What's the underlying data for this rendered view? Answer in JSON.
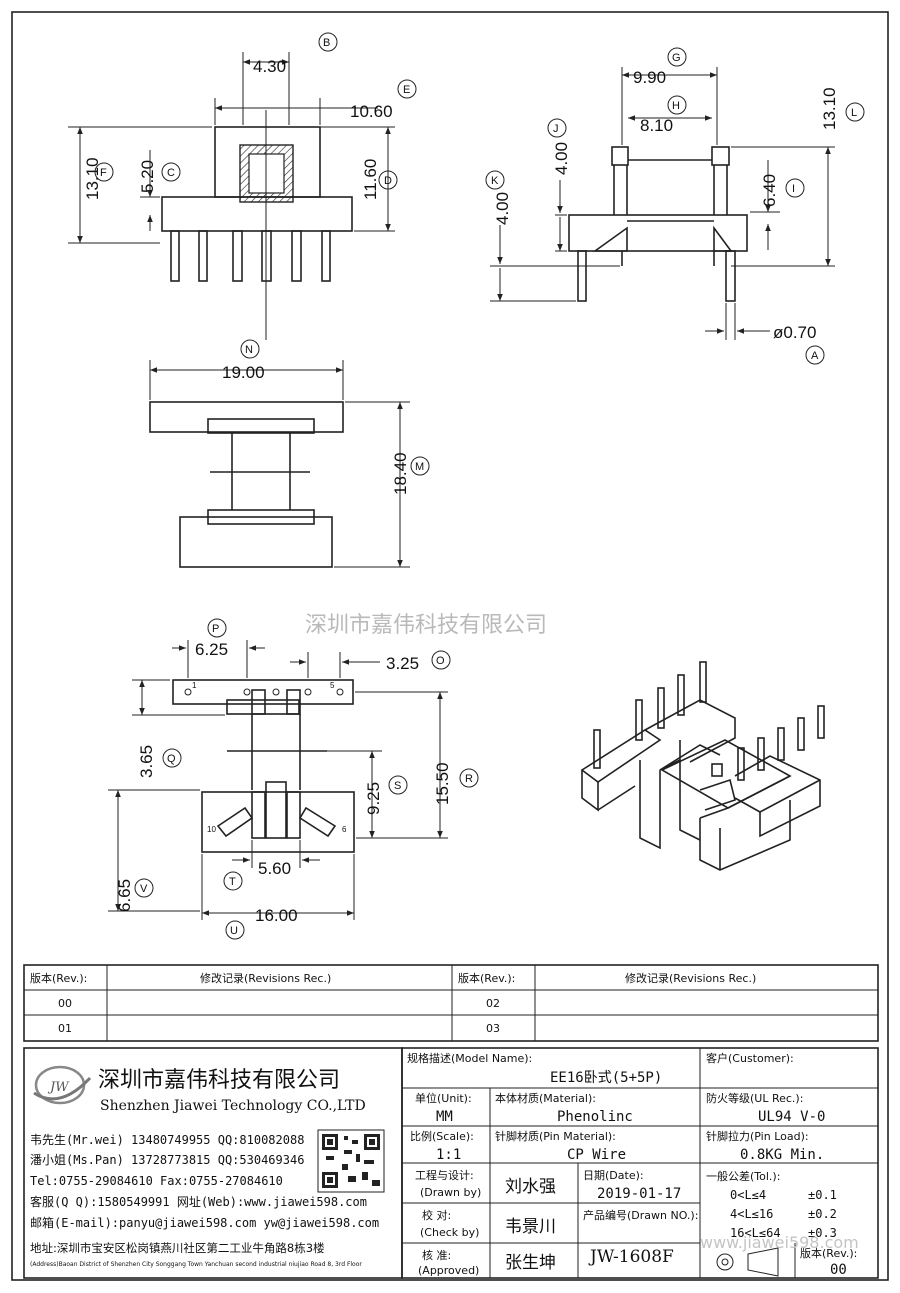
{
  "watermark": "深圳市嘉伟科技有限公司",
  "dimensions": {
    "B": "4.30",
    "E": "10.60",
    "F": "13.10",
    "C": "5.20",
    "D": "11.60",
    "G": "9.90",
    "H": "8.10",
    "J": "4.00",
    "L": "13.10",
    "K": "4.00",
    "I": "6.40",
    "A": "ø0.70",
    "N": "19.00",
    "M": "18.40",
    "P": "6.25",
    "O": "3.25",
    "Q": "3.65",
    "S": "9.25",
    "R": "15.50",
    "T": "5.60",
    "V": "6.65",
    "U": "16.00"
  },
  "pin_numbers": {
    "p1": "1",
    "p5": "5",
    "p10": "10",
    "p6": "6"
  },
  "revisions": {
    "rev_header": "版本(Rev.):",
    "rec_header": "修改记录(Revisions Rec.)",
    "rows": [
      "00",
      "01",
      "02",
      "03"
    ]
  },
  "company": {
    "logo_text": "JW",
    "name_cn": "深圳市嘉伟科技有限公司",
    "name_en": "Shenzhen Jiawei Technology CO.,LTD",
    "contacts": [
      "韦先生(Mr.wei) 13480749955 QQ:810082088",
      "潘小姐(Ms.Pan) 13728773815 QQ:530469346",
      "Tel:0755-29084610      Fax:0755-27084610",
      "客服(Q Q):1580549991   网址(Web):www.jiawei598.com",
      "邮箱(E-mail):panyu@jiawei598.com  yw@jiawei598.com"
    ],
    "address": "地址:深圳市宝安区松岗镇燕川社区第二工业牛角路8栋3楼",
    "address_en": "(Address)Baoan District of Shenzhen City Songgang Town Yanchuan  second industrial niujiao Road 8, 3rd Floor"
  },
  "title_block": {
    "model_label": "规格描述(Model Name):",
    "model_value": "EE16卧式(5+5P)",
    "customer_label": "客户(Customer):",
    "unit_label": "单位(Unit):",
    "unit_value": "MM",
    "material_label": "本体材质(Material):",
    "material_value": "Phenolinc",
    "ul_label": "防火等级(UL Rec.):",
    "ul_value": "UL94 V-0",
    "scale_label": "比例(Scale):",
    "scale_value": "1:1",
    "pin_material_label": "针脚材质(Pin Material):",
    "pin_material_value": "CP Wire",
    "pin_load_label": "针脚拉力(Pin Load):",
    "pin_load_value": "0.8KG Min.",
    "drawn_label": "工程与设计:",
    "drawn_label_en": "(Drawn by)",
    "drawn_value": "刘水强",
    "date_label": "日期(Date):",
    "date_value": "2019-01-17",
    "check_label": "校 对:",
    "check_label_en": "(Check by)",
    "check_value": "韦景川",
    "drawn_no_label": "产品编号(Drawn NO.):",
    "drawn_no_value": "JW-1608F",
    "approved_label": "核 准:",
    "approved_label_en": "(Approved)",
    "approved_value": "张生坤",
    "tol_label": "一般公差(Tol.):",
    "tol_rows": [
      "0<L≤4",
      "4<L≤16",
      "16<L≤64"
    ],
    "tol_values": [
      "±0.1",
      "±0.2",
      "±0.3"
    ],
    "rev_label": "版本(Rev.):",
    "rev_value": "00",
    "url_overlay": "www.jiawei598.com"
  }
}
